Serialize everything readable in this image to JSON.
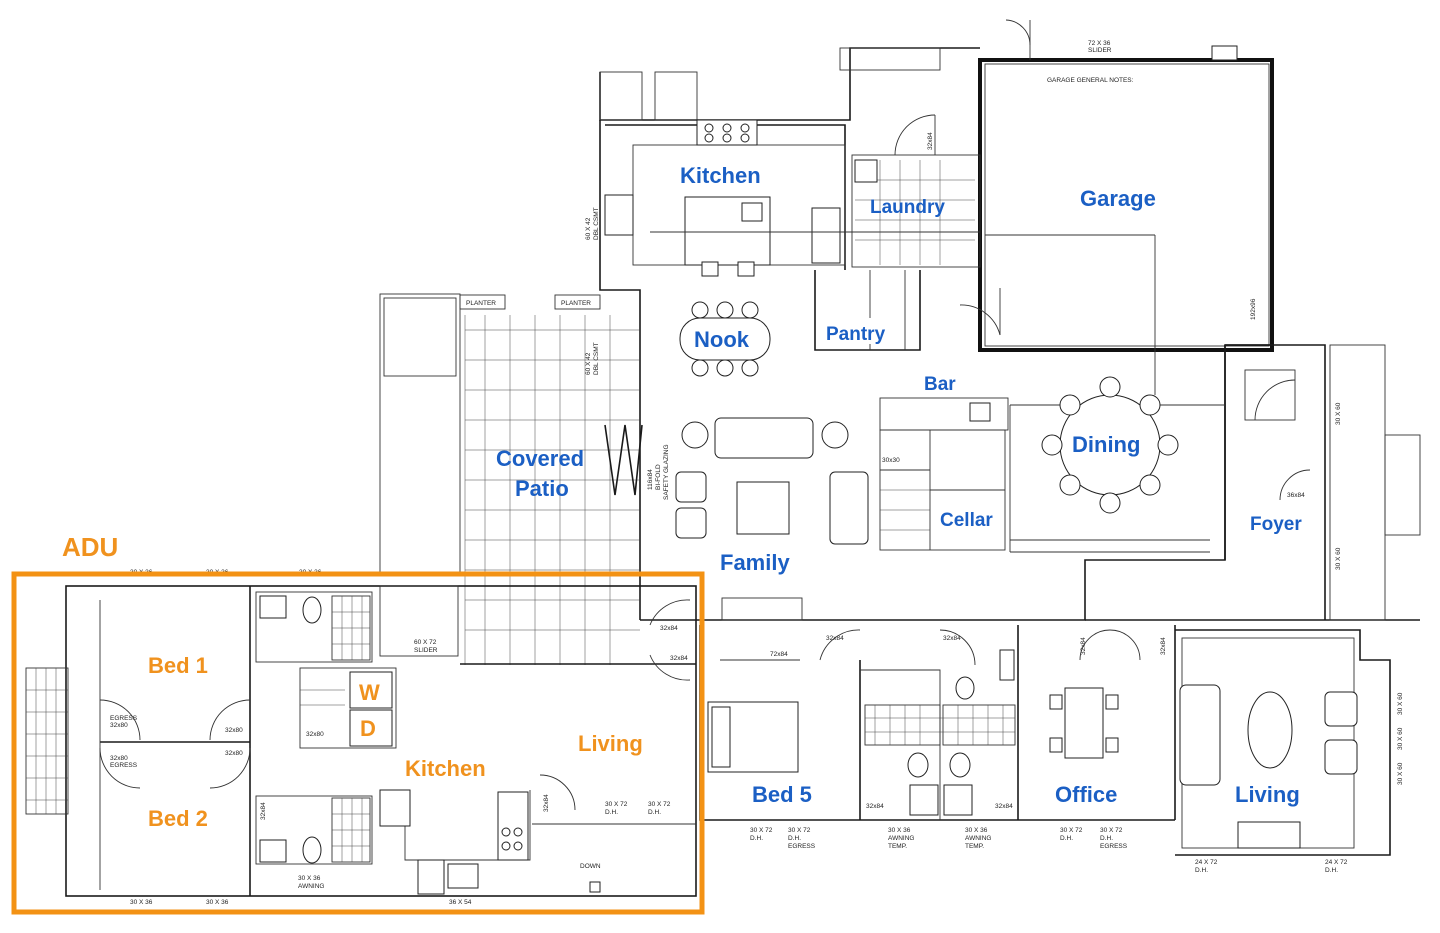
{
  "rooms_main": {
    "kitchen": "Kitchen",
    "laundry": "Laundry",
    "garage": "Garage",
    "nook": "Nook",
    "pantry": "Pantry",
    "bar": "Bar",
    "dining": "Dining",
    "covered": "Covered",
    "patio": "Patio",
    "cellar": "Cellar",
    "foyer": "Foyer",
    "family": "Family",
    "bed5": "Bed 5",
    "office": "Office",
    "living": "Living"
  },
  "adu": {
    "title": "ADU",
    "bed1": "Bed 1",
    "bed2": "Bed 2",
    "washer": "W",
    "dryer": "D",
    "kitchen": "Kitchen",
    "living": "Living"
  },
  "notes": {
    "garage_general": "GARAGE GENERAL NOTES:",
    "slider_top": "72 X 36",
    "slider_top2": "SLIDER",
    "door_3284": "32x84",
    "door_3280": "32x80",
    "egress": "EGRESS",
    "slider_6072": "60 X 72",
    "slider_word": "SLIDER",
    "dh_3072": "30 X 72",
    "dh": "D.H.",
    "awning_3036": "30 X 36",
    "awning": "AWNING",
    "temp": "TEMP.",
    "window_3036": "30 X 36",
    "window_3654": "36 X 54",
    "dbl_csmt": "60 X 42",
    "dbl_csmt2": "DBL CSMT",
    "planter": "PLANTER",
    "door_7284": "72x84",
    "door_3684": "36x84",
    "door_3030": "30x30",
    "dh_3060": "30 X 60",
    "dh_2472": "24 X 72",
    "slider_11684": "116x84",
    "bifold": "BI-FOLD",
    "safety": "SAFETY GLAZING",
    "garage_door": "192x96",
    "down": "DOWN"
  },
  "colors": {
    "main_label": "#1b5fc4",
    "adu_label": "#f0921e",
    "adu_outline": "#f39214"
  }
}
